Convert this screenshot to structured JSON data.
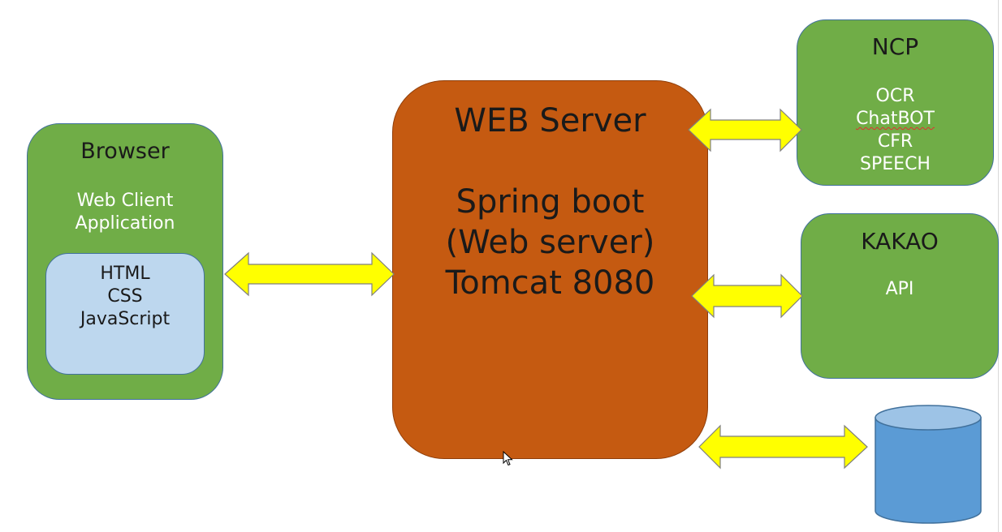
{
  "browser": {
    "title": "Browser",
    "line1": "Web Client",
    "line2": "Application",
    "inner": [
      "HTML",
      "CSS",
      "JavaScript"
    ]
  },
  "web_server": {
    "title": "WEB Server",
    "lines": [
      "Spring boot",
      "(Web server)",
      "Tomcat 8080"
    ]
  },
  "ncp": {
    "title": "NCP",
    "items": [
      "OCR",
      "ChatBOT",
      "CFR",
      "SPEECH"
    ]
  },
  "kakao": {
    "title": "KAKAO",
    "items": [
      "API"
    ]
  },
  "colors": {
    "green_box": "#70ad47",
    "server_box": "#c55a11",
    "client_box": "#bdd7ee",
    "arrow_fill": "#ffff00",
    "database": "#5b9bd5",
    "border": "#41719c"
  },
  "icons": [
    "bidirectional-arrow",
    "database-cylinder",
    "mouse-cursor-icon"
  ]
}
